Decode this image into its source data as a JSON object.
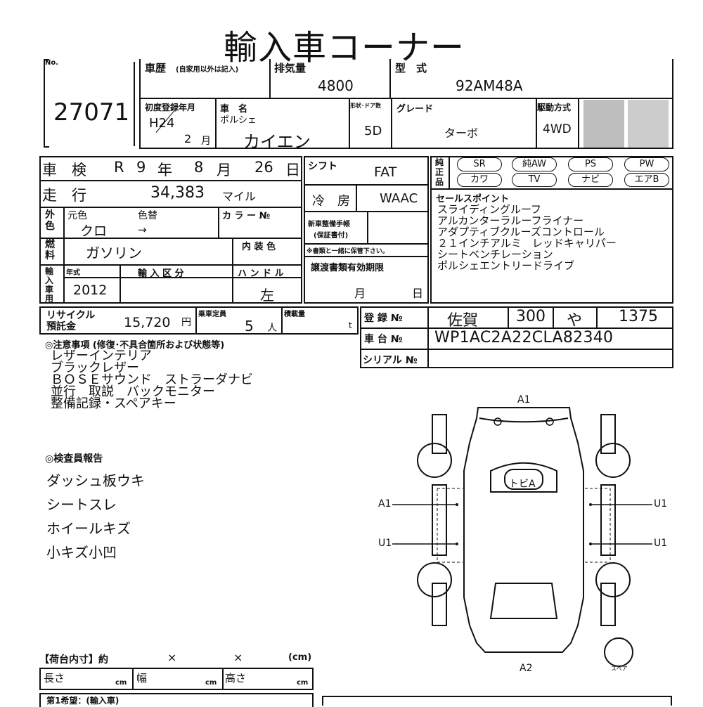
{
  "header": {
    "title": "輸入車コーナー",
    "no_label": "No.",
    "lot_no": "27071"
  },
  "history": {
    "label": "車歴",
    "sublabel": "(自家用以外は記入)"
  },
  "displacement": {
    "label": "排気量",
    "value": "4800"
  },
  "model_type": {
    "label": "型　式",
    "value": "92AM48A"
  },
  "first_reg": {
    "label": "初度登録年月",
    "year": "H24",
    "month": "2",
    "month_unit": "月"
  },
  "car_name": {
    "label": "車　名",
    "maker": "ポルシェ",
    "name": "カイエン"
  },
  "shape": {
    "label": "形状･ドア数",
    "value": "5D"
  },
  "grade": {
    "label": "グレード",
    "value": "ターボ"
  },
  "drive": {
    "label": "駆動方式",
    "value": "4WD"
  },
  "shaken": {
    "label": "車　検",
    "era": "R",
    "year": "9",
    "year_unit": "年",
    "month": "8",
    "month_unit": "月",
    "day": "26",
    "day_unit": "日"
  },
  "shift": {
    "label": "シフト",
    "value": "FAT"
  },
  "equip": {
    "label": "純正品",
    "items": [
      "SR",
      "純AW",
      "PS",
      "PW",
      "カワ",
      "TV",
      "ナビ",
      "エアB"
    ]
  },
  "mileage": {
    "label": "走　行",
    "value": "34,383",
    "unit": "マイル"
  },
  "aircon": {
    "label": "冷　房",
    "value": "WAAC"
  },
  "color": {
    "label": "外色",
    "orig_label": "元色",
    "change_label": "色替",
    "value": "クロ",
    "arrow": "→",
    "code_label": "カ ラ ー №"
  },
  "new_car_book": {
    "label1": "新車整備手帳",
    "label2": "(保証書付)",
    "note": "※書類と一緒に保管下さい。"
  },
  "selling_points": {
    "label": "セールスポイント",
    "items": [
      "スライディングルーフ",
      "アルカンターラルーフライナー",
      "アダプティブクルーズコントロール",
      "２１インチアルミ　レッドキャリパー",
      "シートベンチレーション",
      "ポルシェエントリードライブ"
    ]
  },
  "fuel": {
    "label": "燃料",
    "value": "ガソリン",
    "interior_label": "内 装 色"
  },
  "import": {
    "label": "輸入車用",
    "year_label": "年式",
    "year": "2012",
    "kubun_label": "輸 入 区 分",
    "handle_label": "ハ ン ド ル",
    "handle": "左"
  },
  "transfer_docs": {
    "label": "譲渡書類有効期限",
    "month_unit": "月",
    "day_unit": "日"
  },
  "recycle": {
    "label1": "リサイクル",
    "label2": "預託金",
    "value": "15,720",
    "unit": "円"
  },
  "capacity": {
    "label": "乗車定員",
    "value": "5",
    "unit": "人"
  },
  "load": {
    "label": "積載量",
    "unit": "t"
  },
  "registration": {
    "label": "登 録 №",
    "area": "佐賀",
    "class": "300",
    "kana": "や",
    "number": "1375"
  },
  "chassis": {
    "label": "車 台 №",
    "value": "WP1AC2A22CLA82340"
  },
  "serial": {
    "label": "シリアル №"
  },
  "notes": {
    "label": "◎注意事項 (修復･不具合箇所および状態等)",
    "items": [
      "レザーインテリア",
      "ブラックレザー",
      "ＢＯＳＥサウンド　ストラーダナビ",
      "並行　取説　バックモニター",
      "整備記録・スペアキー"
    ]
  },
  "inspector": {
    "label": "◎検査員報告",
    "items": [
      "ダッシュ板ウキ",
      "シートスレ",
      "ホイールキズ",
      "小キズ小凹"
    ]
  },
  "diagram": {
    "top": "A1",
    "bottom": "A2",
    "roof": "トビA",
    "left1": "A1",
    "left2": "U1",
    "right1": "U1",
    "right2": "U1",
    "spare": "スペア"
  },
  "cargo": {
    "label": "【荷台内寸】約",
    "x1": "×",
    "x2": "×",
    "unit": "(cm)",
    "length": "長さ",
    "width": "幅",
    "height": "高さ",
    "cm": "cm"
  },
  "footer": {
    "hope": "第1希望：(輸入車)"
  }
}
